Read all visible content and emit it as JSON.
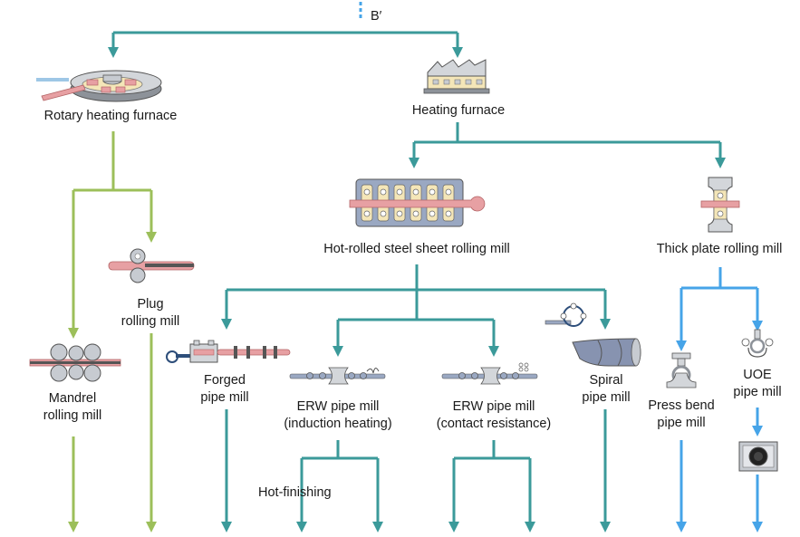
{
  "colors": {
    "teal": "#3b9a9a",
    "green": "#9cbf5a",
    "blue": "#46a4e8",
    "roll_gray": "#c7cbd1",
    "hot_steel": "#e7a0a3",
    "furnace_cream": "#f4e6b8"
  },
  "diagram": {
    "top_marker": "B′",
    "hot_finishing": "Hot-finishing",
    "nodes": {
      "rotary_furnace": {
        "icon": "rotary-furnace-icon",
        "lines": [
          "Rotary heating furnace"
        ]
      },
      "heating_furnace": {
        "icon": "heating-furnace-icon",
        "lines": [
          "Heating furnace"
        ]
      },
      "hot_rolled_mill": {
        "icon": "hot-rolled-mill-icon",
        "lines": [
          "Hot-rolled steel sheet rolling mill"
        ]
      },
      "thick_plate_mill": {
        "icon": "thick-plate-mill-icon",
        "lines": [
          "Thick plate rolling mill"
        ]
      },
      "plug_mill": {
        "icon": "plug-mill-icon",
        "lines": [
          "Plug",
          "rolling mill"
        ]
      },
      "mandrel_mill": {
        "icon": "mandrel-mill-icon",
        "lines": [
          "Mandrel",
          "rolling mill"
        ]
      },
      "forged_mill": {
        "icon": "forged-mill-icon",
        "lines": [
          "Forged",
          "pipe mill"
        ]
      },
      "erw_induction": {
        "icon": "erw-induction-icon",
        "lines": [
          "ERW pipe mill",
          "(induction heating)"
        ]
      },
      "erw_contact": {
        "icon": "erw-contact-icon",
        "lines": [
          "ERW pipe mill",
          "(contact resistance)"
        ]
      },
      "spiral_mill": {
        "icon": "spiral-mill-icon",
        "lines": [
          "Spiral",
          "pipe mill"
        ]
      },
      "press_bend_mill": {
        "icon": "press-bend-icon",
        "lines": [
          "Press bend",
          "pipe mill"
        ]
      },
      "uoe_mill": {
        "icon": "uoe-mill-icon",
        "lines": [
          "UOE",
          "pipe mill"
        ]
      }
    },
    "uoe_expander": {
      "icon": "expander-icon"
    }
  }
}
